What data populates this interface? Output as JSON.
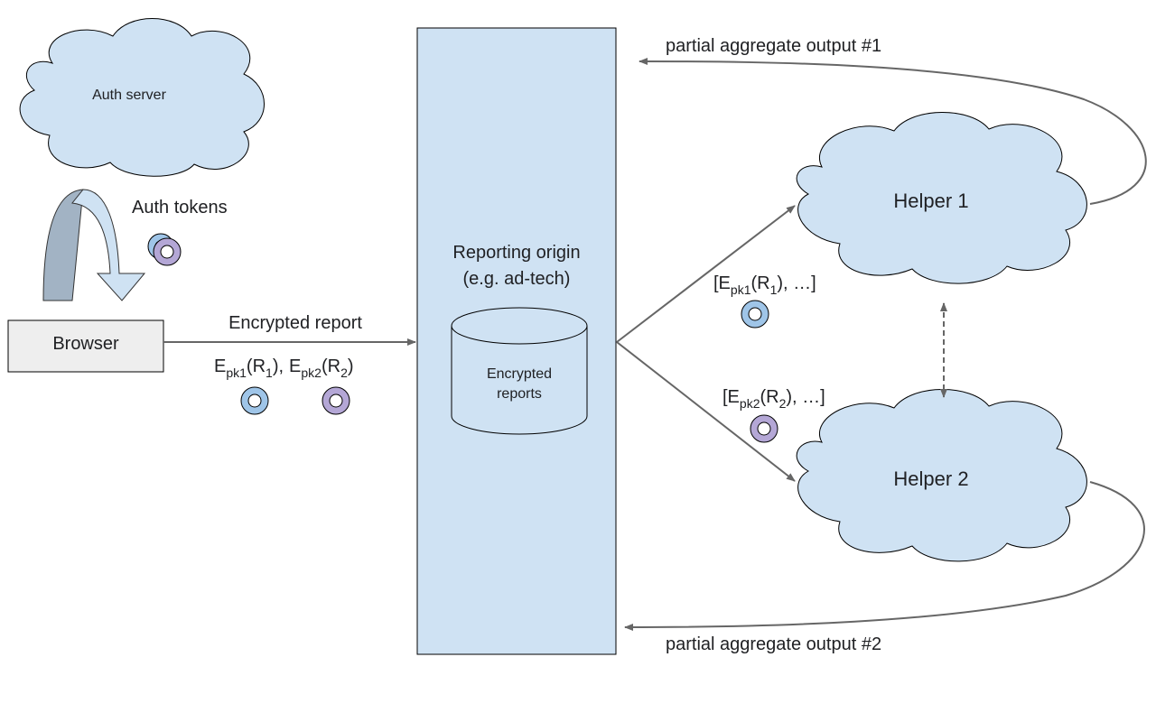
{
  "auth_server": {
    "label": "Auth server"
  },
  "auth_tokens": {
    "label": "Auth tokens"
  },
  "browser": {
    "label": "Browser"
  },
  "encrypted_report": {
    "title": "Encrypted report",
    "formula": {
      "e1": "E",
      "pk1": "pk1",
      "r1_open": "(R",
      "r1_sub": "1",
      "r1_close": "),",
      "e2": "E",
      "pk2": "pk2",
      "r2_open": "(R",
      "r2_sub": "2",
      "r2_close": ")"
    }
  },
  "reporting_origin": {
    "line1": "Reporting origin",
    "line2": "(e.g. ad-tech)",
    "db_line1": "Encrypted",
    "db_line2": "reports"
  },
  "batch1": {
    "prefix": "[E",
    "pk": "pk1",
    "mid": "(R",
    "sub": "1",
    "suffix": "), …]"
  },
  "batch2": {
    "prefix": "[E",
    "pk": "pk2",
    "mid": "(R",
    "sub": "2",
    "suffix": "), …]"
  },
  "helper1": {
    "label": "Helper 1"
  },
  "helper2": {
    "label": "Helper 2"
  },
  "output1": {
    "label": "partial aggregate output #1"
  },
  "output2": {
    "label": "partial aggregate output #2"
  },
  "colors": {
    "cloud_fill": "#cfe2f3",
    "panel_fill": "#cfe2f3",
    "browser_fill": "#eeeeee",
    "token_blue": "#9fc5e8",
    "token_purple": "#b4a7d6",
    "arrow": "#666666",
    "text": "#202124"
  }
}
